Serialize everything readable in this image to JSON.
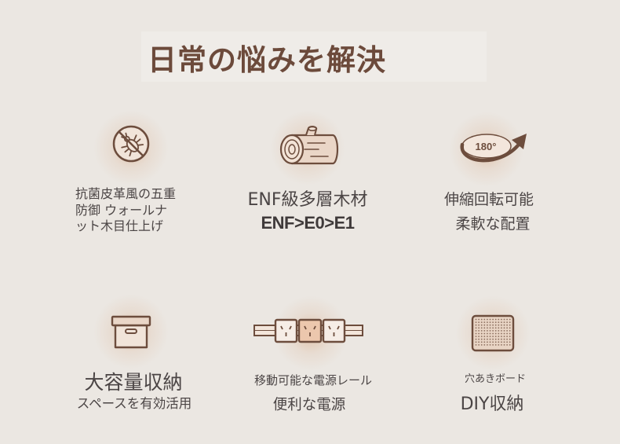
{
  "colors": {
    "background": "#ebe7e2",
    "title": "#6c4a3b",
    "text": "#4b4545",
    "icon": "#6d4d3d",
    "icon_fill": "#efe2d6"
  },
  "title": "日常の悩みを解決",
  "features": [
    {
      "icon": "antibacterial-icon",
      "lines": [
        "抗菌皮革風の五重",
        "防御 ウォールナ",
        "ット木目仕上げ"
      ]
    },
    {
      "icon": "wood-log-icon",
      "heading": "ENF級多層木材",
      "subheading": "ENF>E0>E1"
    },
    {
      "icon": "rotate-180-icon",
      "icon_label": "180°",
      "heading": "伸縮回転可能",
      "subheading": "柔軟な配置"
    },
    {
      "icon": "storage-box-icon",
      "heading": "大容量収納",
      "subheading": "スペースを有効活用"
    },
    {
      "icon": "power-rail-icon",
      "heading": "移動可能な電源レール",
      "subheading": "便利な電源"
    },
    {
      "icon": "pegboard-icon",
      "heading": "穴あきボード",
      "subheading": "DIY収納"
    }
  ]
}
